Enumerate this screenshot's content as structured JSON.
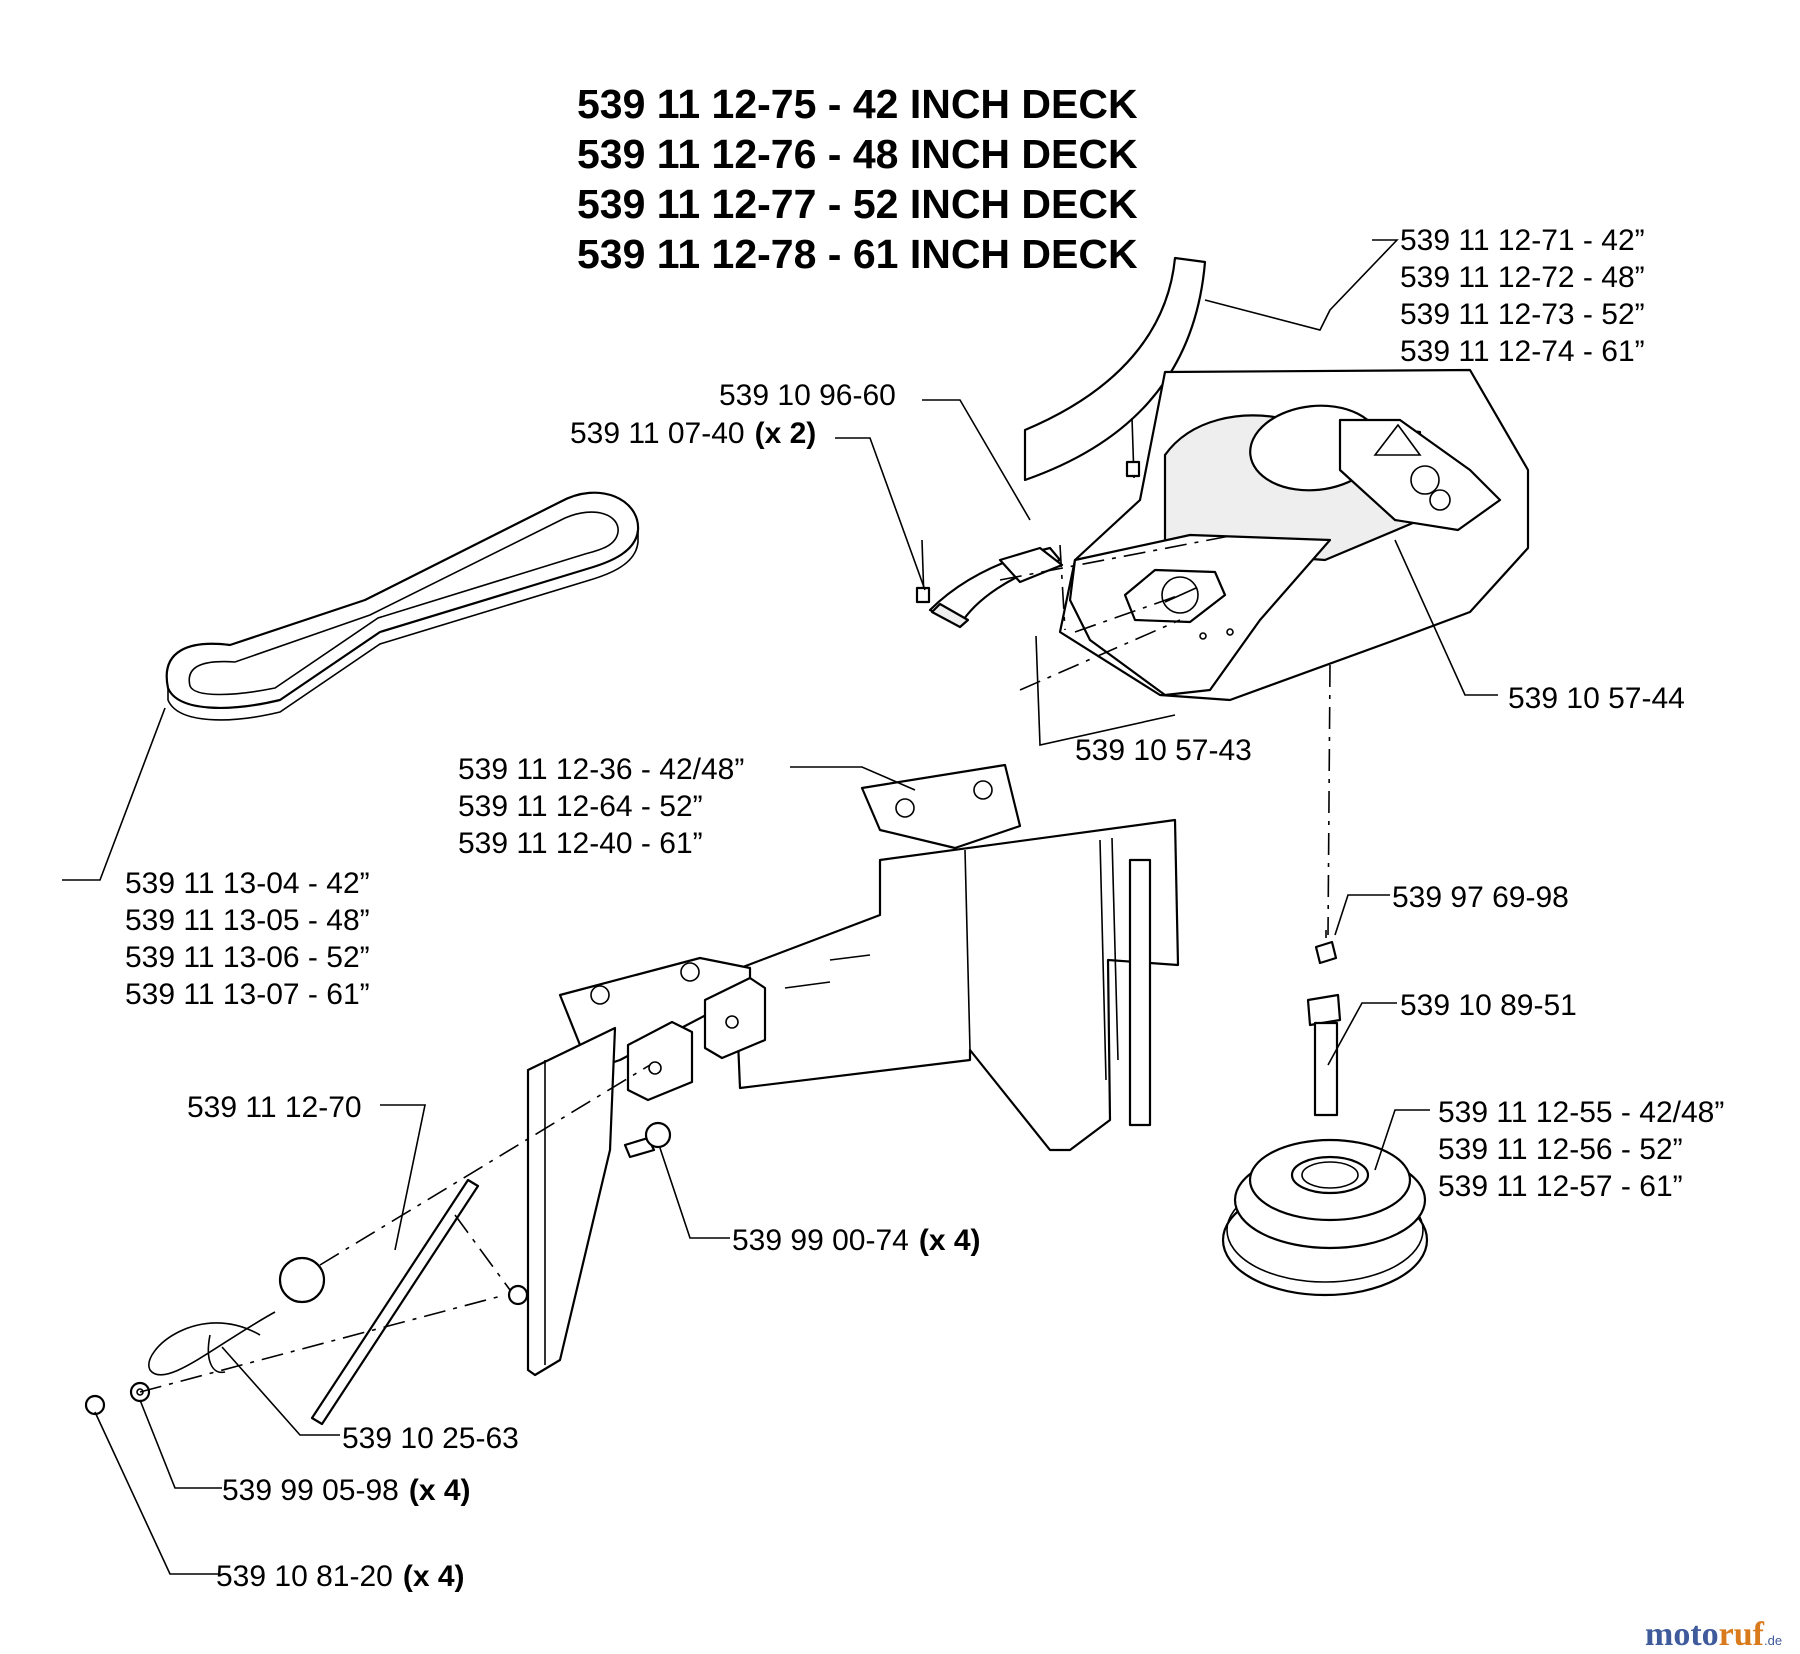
{
  "titles": [
    "539 11 12-75 - 42 INCH DECK",
    "539 11 12-76 - 48 INCH DECK",
    "539 11 12-77 - 52 INCH DECK",
    "539 11 12-78 - 61 INCH DECK"
  ],
  "labels": {
    "cover": [
      "539 11 12-71 - 42”",
      "539 11 12-72 - 48”",
      "539 11 12-73 - 52”",
      "539 11 12-74 - 61”"
    ],
    "latch": "539 10 96-60",
    "rivet": "539 11 07-40",
    "rivet_qty": "(x 2)",
    "plate_decal": "539 10 57-43",
    "cover_decal": "539 10 57-44",
    "bracket": [
      "539 11 12-36 - 42/48”",
      "539 11 12-64 - 52”",
      "539 11 12-40 - 61”"
    ],
    "belt": [
      "539 11 13-04 - 42”",
      "539 11 13-05 - 48”",
      "539 11 13-06 - 52”",
      "539 11 13-07 - 61”"
    ],
    "grease_fitting": "539 97 69-98",
    "bolt": "539 10 89-51",
    "pulley": [
      "539 11 12-55 - 42/48”",
      "539 11 12-56 - 52”",
      "539 11 12-57 - 61”"
    ],
    "pin": "539 11 12-70",
    "carriage_bolt": "539 99 00-74",
    "carriage_bolt_qty": "(x 4)",
    "hairpin": "539 10 25-63",
    "washer": "539 99 05-98",
    "washer_qty": "(x 4)",
    "nut": "539 10 81-20",
    "nut_qty": "(x 4)"
  },
  "watermark": {
    "part_a": "moto",
    "part_b": "ruf",
    "suffix": ".de"
  },
  "colors": {
    "watermark_blue": "#3f5b9c",
    "watermark_orange": "#d97a1c"
  }
}
